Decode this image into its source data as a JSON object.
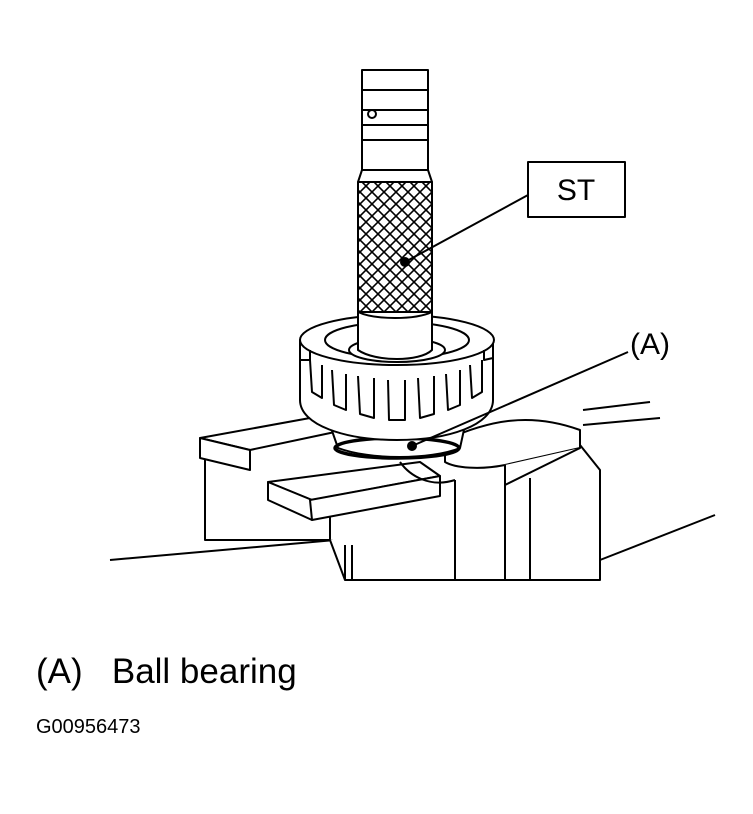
{
  "figure": {
    "callouts": {
      "st_label": "ST",
      "a_label": "(A)"
    }
  },
  "caption": {
    "key": "(A)",
    "text": "Ball bearing"
  },
  "figure_code": "G00956473"
}
